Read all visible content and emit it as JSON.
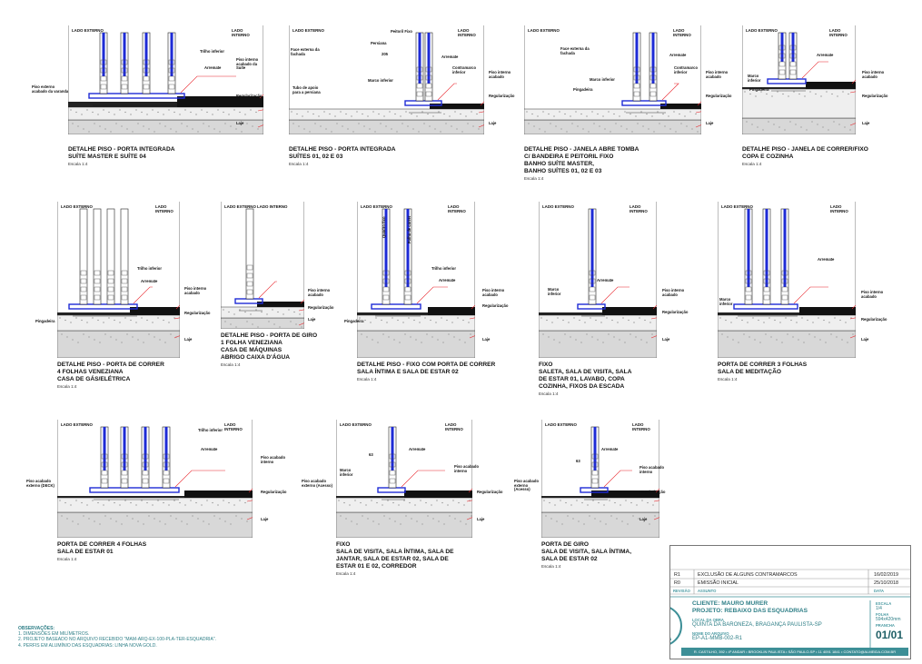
{
  "details": [
    {
      "id": "d1",
      "left": "LADO EXTERNO",
      "right": "LADO INTERNO",
      "title": [
        "DETALHE PISO - PORTA INTEGRADA",
        "SUÍTE MASTER E SUÍTE 04"
      ],
      "scale": "Escala 1:4",
      "labels": [
        "Trilho inferior",
        "Arremate",
        "Piso interno acabado da Suíte",
        "Piso externo acabado da varanda",
        "Regularização",
        "Laje"
      ]
    },
    {
      "id": "d2",
      "left": "LADO EXTERNO",
      "right": "LADO INTERNO",
      "title": [
        "DETALHE PISO - PORTA INTEGRADA",
        "SUÍTES 01, 02 e 03"
      ],
      "scale": "Escala 1:4",
      "labels": [
        "Peitoril Fixo",
        "Persiana",
        "Face externa da fachada",
        "205",
        "Arremate",
        "Contramarco inferior",
        "Piso interno acabado",
        "Marco inferior",
        "Tubo de apoio para a persiana",
        "Regularização",
        "Laje"
      ]
    },
    {
      "id": "d3",
      "left": "LADO EXTERNO",
      "right": "LADO INTERNO",
      "title": [
        "DETALHE PISO - JANELA ABRE TOMBA",
        "C/ BANDEIRA E PEITORIL FIXO",
        "BANHO SUÍTE MASTER,",
        "BANHO SUÍTES 01, 02 e 03"
      ],
      "scale": "Escala 1:4",
      "labels": [
        "Face externa da fachada",
        "Arremate",
        "Contramarco inferior",
        "Marco inferior",
        "Piso interno acabado",
        "Pingadeira",
        "Regularização",
        "Laje"
      ]
    },
    {
      "id": "d4",
      "left": "LADO EXTERNO",
      "right": "LADO INTERNO",
      "title": [
        "DETALHE PISO - JANELA DE CORRER/FIXO",
        "COPA E COZINHA"
      ],
      "scale": "Escala 1:4",
      "labels": [
        "Arremate",
        "Marco inferior",
        "Pingadeira",
        "Piso interno acabado",
        "Regularização",
        "Laje"
      ]
    },
    {
      "id": "d5",
      "left": "LADO EXTERNO",
      "right": "LADO INTERNO",
      "title": [
        "DETALHE PISO - PORTA DE CORRER",
        "4 FOLHAS VENEZIANA",
        "CASA DE GÁS/ELÉTRICA"
      ],
      "scale": "Escala 1:4",
      "labels": [
        "Trilho inferior",
        "Arremate",
        "Piso interno acabado",
        "Regularização",
        "Pingadeira",
        "Laje"
      ]
    },
    {
      "id": "d6",
      "left": "LADO EXTERNO",
      "right": "LADO INTERNO",
      "title": [
        "DETALHE PISO - PORTA DE GIRO",
        "1 FOLHA VENEZIANA",
        "CASA DE MÁQUINAS",
        "ABRIGO CAIXA D'ÁGUA"
      ],
      "scale": "Escala 1:4",
      "labels": [
        "Piso interno acabado",
        "Regularização",
        "Laje"
      ]
    },
    {
      "id": "d7",
      "left": "LADO EXTERNO",
      "right": "LADO INTERNO",
      "title": [
        "DETALHE PISO - FIXO COM PORTA DE CORRER",
        "SALA ÍNTIMA E SALA DE ESTAR 02"
      ],
      "scale": "Escala 1:4",
      "labels": [
        "Quadro fixo",
        "Folha de correr",
        "Trilho inferior",
        "Arremate",
        "Piso interno acabado",
        "Regularização",
        "Pingadeira",
        "Laje"
      ]
    },
    {
      "id": "d8",
      "left": "LADO EXTERNO",
      "right": "LADO INTERNO",
      "title": [
        "FIXO",
        "SALETA, SALA DE VISITA, SALA",
        "DE ESTAR 01, LAVABO, COPA",
        "COZINHA, FIXOS DA ESCADA"
      ],
      "scale": "Escala 1:4",
      "labels": [
        "Arremate",
        "Marco inferior",
        "Piso interno acabado",
        "Regularização",
        "Laje"
      ]
    },
    {
      "id": "d9",
      "left": "LADO EXTERNO",
      "right": "LADO INTERNO",
      "title": [
        "PORTA DE CORRER 3 FOLHAS",
        "SALA DE MEDITAÇÃO"
      ],
      "scale": "Escala 1:4",
      "labels": [
        "Arremate",
        "Marco inferior",
        "Piso interno acabado",
        "Regularização",
        "Laje"
      ]
    },
    {
      "id": "d10",
      "left": "LADO EXTERNO",
      "right": "LADO INTERNO",
      "title": [
        "PORTA DE CORRER 4 FOLHAS",
        "SALA DE ESTAR 01"
      ],
      "scale": "Escala 1:4",
      "labels": [
        "Trilho inferior",
        "Arremate",
        "Piso acabado interno",
        "Piso acabado externo (DECK)",
        "Regularização",
        "Laje"
      ]
    },
    {
      "id": "d11",
      "left": "LADO EXTERNO",
      "right": "LADO INTERNO",
      "title": [
        "FIXO",
        "SALA DE VISITA, SALA ÍNTIMA, SALA DE",
        "JANTAR, SALA DE ESTAR 02, SALA DE",
        "ESTAR 01 E 02, CORREDOR"
      ],
      "scale": "Escala 1:4",
      "labels": [
        "63",
        "Arremate",
        "Marco inferior",
        "Piso acabado interno",
        "Piso acabado externo (Acesso)",
        "Regularização",
        "Laje"
      ]
    },
    {
      "id": "d12",
      "left": "LADO EXTERNO",
      "right": "LADO INTERNO",
      "title": [
        "PORTA DE GIRO",
        "SALA DE VISITA, SALA ÍNTIMA,",
        "SALA DE ESTAR 02"
      ],
      "scale": "Escala 1:4",
      "labels": [
        "Arremate",
        "63",
        "Piso acabado interno",
        "Piso acabado externo (Acesso)",
        "Regularização",
        "Laje"
      ]
    }
  ],
  "notes": {
    "heading": "OBSERVAÇÕES:",
    "items": [
      "1. DIMENSÕES EM MILÍMETROS.",
      "2. PROJETO BASEADO NO ARQUIVO RECEBIDO \"MAM-ARQ-EX-100-PLA-TER-ESQUADRIA\".",
      "4. PERFIS EM ALUMÍNIO DAS ESQUADRIAS: LINHA NOVA GOLD."
    ]
  },
  "title_block": {
    "revisions": [
      {
        "rev": "R1",
        "subject": "EXCLUSÃO DE ALGUNS CONTRAMARCOS",
        "date": "16/02/2019"
      },
      {
        "rev": "R0",
        "subject": "EMISSÃO INICIAL",
        "date": "25/10/2018"
      }
    ],
    "rev_headers": {
      "rev": "REVISÃO",
      "subject": "ASSUNTO",
      "date": "DATA"
    },
    "client": "CLIENTE: MAURO MURER",
    "project": "PROJETO: REBAIXO DAS ESQUADRIAS",
    "site_label": "LOCAL DA OBRA",
    "site": "QUINTA DA BARONEZA, BRAGANÇA PAULISTA-SP",
    "file_label": "NOME DO ARQUIVO",
    "file": "EP-A1-MMB-002-R1",
    "scale_label": "ESCALA",
    "scale": "1/4",
    "sheet_label": "FOLHA",
    "sheet_size": "594x420mm",
    "sheet_num_label": "PRANCHA",
    "sheet_num": "01/01",
    "footer": "R. CASTILHO, 392 • 4º ANDAR • BROOKLIN PAULISTA • SÃO PAULO-SP • 11 4091 1841 • CONTATO@ALMEIDA.COM.BR"
  },
  "colors": {
    "accent": "#3d8f97",
    "glass": "#1e2bd6",
    "leader": "#e8262c",
    "dim": "#111111"
  }
}
